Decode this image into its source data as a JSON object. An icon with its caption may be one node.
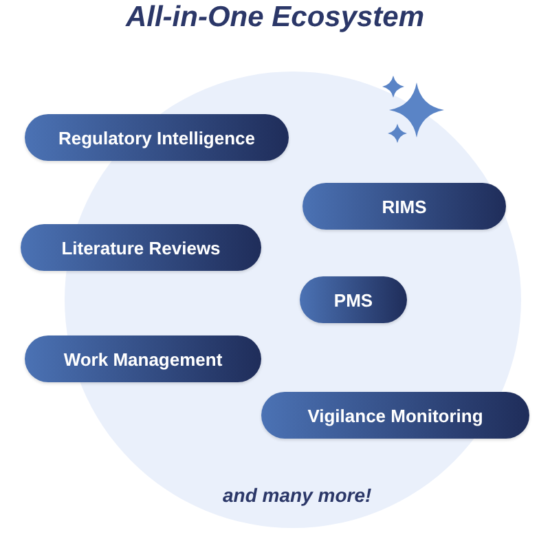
{
  "diagram": {
    "title": "All-in-One Ecosystem",
    "nodes": [
      {
        "text": [
          "Regulatory Intelligence"
        ]
      },
      {
        "text": [
          "RIMS"
        ]
      },
      {
        "text": [
          "Literature Reviews"
        ]
      },
      {
        "text": [
          "PMS"
        ]
      },
      {
        "text": [
          "Work Management"
        ]
      },
      {
        "text": [
          "Vigilance Monitoring"
        ]
      }
    ],
    "labels": [
      "and many more!"
    ]
  }
}
